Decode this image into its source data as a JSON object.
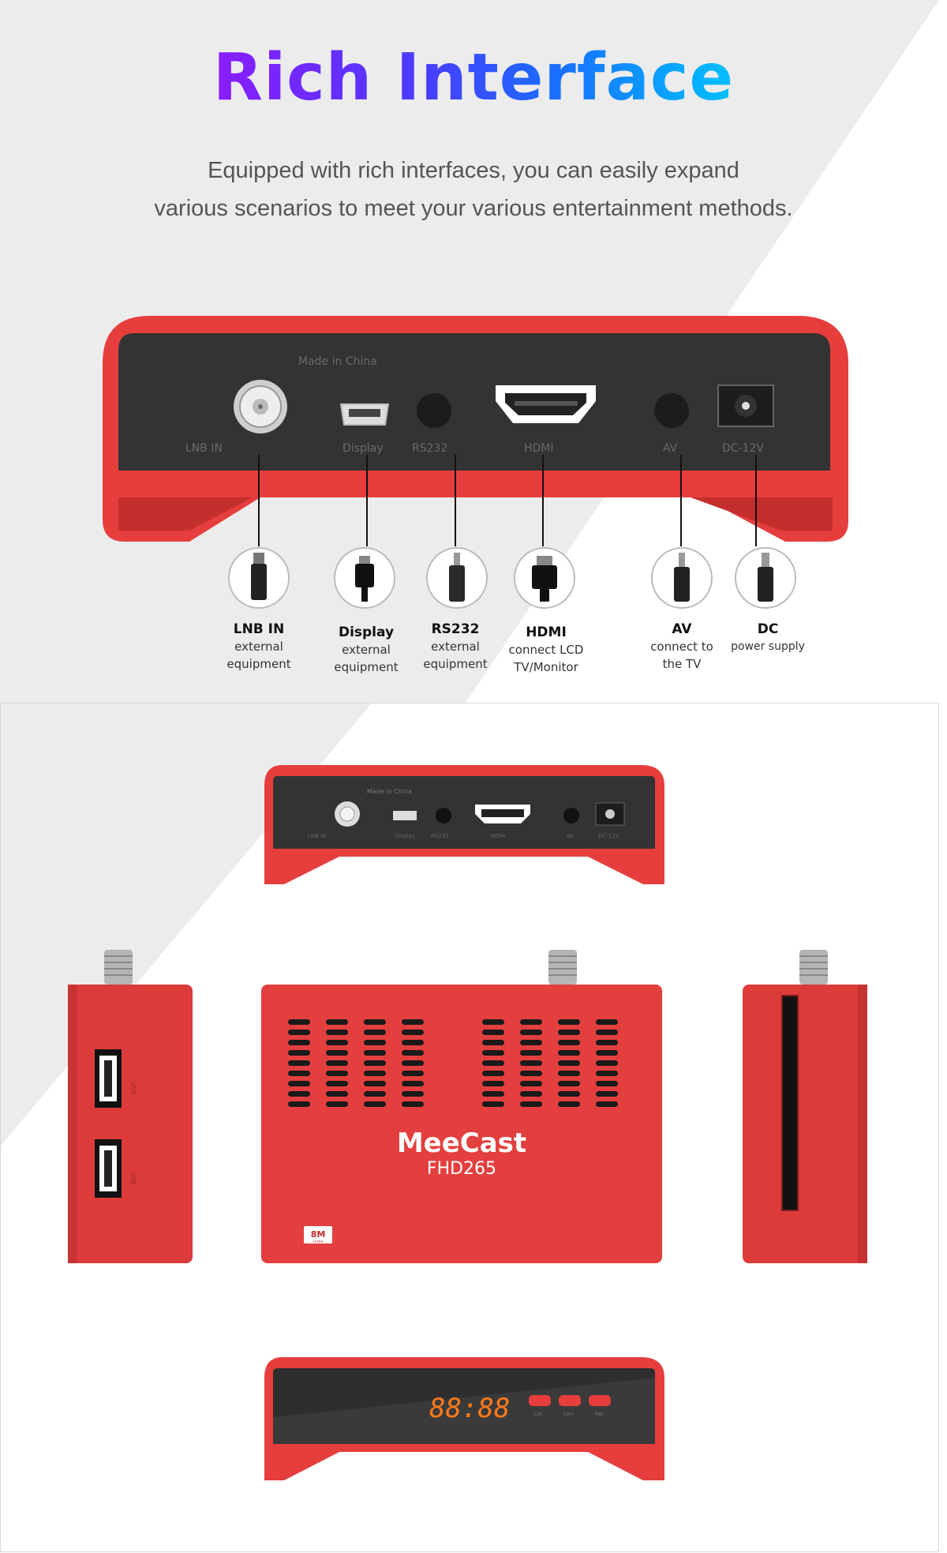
{
  "title": "Rich Interface",
  "subtitle": {
    "line1": "Equipped with rich interfaces, you can easily expand",
    "line2": "various scenarios to meet your various entertainment methods."
  },
  "colors": {
    "device_red": "#e8403f",
    "panel_dark": "#333333",
    "bg_gray": "#ececec"
  },
  "rear_panel": {
    "made_in": "Made in China",
    "ports": [
      "LNB IN",
      "Display",
      "RS232",
      "HDMI",
      "AV",
      "DC-12V"
    ]
  },
  "connectors": [
    {
      "name": "LNB IN",
      "desc1": "external",
      "desc2": "equipment",
      "icon": "coax-plug-icon"
    },
    {
      "name": "Display",
      "desc1": "external",
      "desc2": "equipment",
      "icon": "mini-usb-plug-icon"
    },
    {
      "name": "RS232",
      "desc1": "external",
      "desc2": "equipment",
      "icon": "jack-plug-icon"
    },
    {
      "name": "HDMI",
      "desc1": "connect LCD",
      "desc2": "TV/Monitor",
      "icon": "hdmi-plug-icon"
    },
    {
      "name": "AV",
      "desc1": "connect to",
      "desc2": "the TV",
      "icon": "av-plug-icon"
    },
    {
      "name": "DC",
      "desc1": "power supply",
      "desc2": "",
      "icon": "dc-plug-icon"
    }
  ],
  "device": {
    "brand": "MeeCast",
    "model": "FHD265",
    "badge": "8M",
    "badge_sub": "FLASH",
    "usb_label": "USB",
    "display_time": "88:88",
    "front_buttons": [
      "CH-",
      "CH+",
      "Pwr"
    ]
  }
}
